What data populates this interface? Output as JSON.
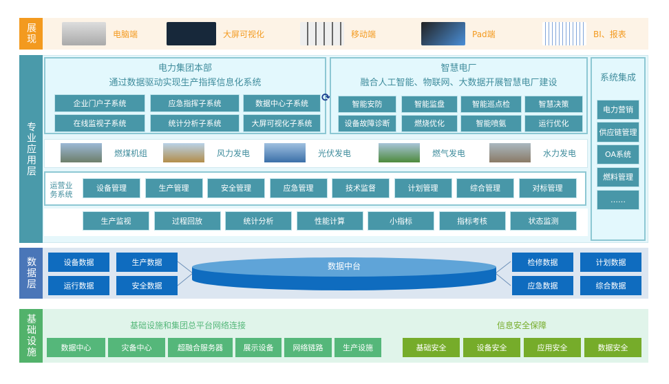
{
  "layers": {
    "display": "展现",
    "app": "专业应用层",
    "data": "数据层",
    "infra": "基础设施"
  },
  "display_items": [
    {
      "label": "电脑端",
      "icon": "desktop-computer-icon"
    },
    {
      "label": "大屏可视化",
      "icon": "big-screen-dashboard-icon"
    },
    {
      "label": "移动端",
      "icon": "mobile-phones-icon"
    },
    {
      "label": "Pad端",
      "icon": "tablet-icon"
    },
    {
      "label": "BI、报表",
      "icon": "bi-report-icon"
    }
  ],
  "group_hq": {
    "title": "电力集团本部",
    "subtitle": "通过数据驱动实现生产指挥信息化系统",
    "systems": [
      "企业门户子系统",
      "应急指挥子系统",
      "数据中心子系统",
      "在线监视子系统",
      "统计分析子系统",
      "大屏可视化子系统"
    ]
  },
  "smart_plant": {
    "title": "智慧电厂",
    "subtitle": "融合人工智能、物联网、大数据开展智慧电厂建设",
    "items": [
      "智能安防",
      "智能监盘",
      "智能巡点检",
      "智慧决策",
      "设备故障诊断",
      "燃烧优化",
      "智能喷氨",
      "运行优化"
    ]
  },
  "integration": {
    "title": "系统集成",
    "items": [
      "电力营销",
      "供应链管理",
      "OA系统",
      "燃料管理",
      "……"
    ]
  },
  "plants": [
    "燃煤机组",
    "风力发电",
    "光伏发电",
    "燃气发电",
    "水力发电"
  ],
  "operations": {
    "label": "运营业务系统",
    "items": [
      "设备管理",
      "生产管理",
      "安全管理",
      "应急管理",
      "技术监督",
      "计划管理",
      "综合管理",
      "对标管理"
    ]
  },
  "analytics": [
    "生产监视",
    "过程回放",
    "统计分析",
    "性能计算",
    "小指标",
    "指标考核",
    "状态监测"
  ],
  "data_layer": {
    "center": "数据中台",
    "left": [
      "设备数据",
      "生产数据",
      "运行数据",
      "安全数据"
    ],
    "right": [
      "检修数据",
      "计划数据",
      "应急数据",
      "综合数据"
    ]
  },
  "infra": {
    "network_title": "基础设施和集团总平台网络连接",
    "network": [
      "数据中心",
      "灾备中心",
      "超融合服务器",
      "展示设备",
      "网络链路",
      "生产设施"
    ],
    "security_title": "信息安全保障",
    "security": [
      "基础安全",
      "设备安全",
      "应用安全",
      "数据安全"
    ]
  },
  "colors": {
    "display": "#f39a1f",
    "app": "#4a9aaa",
    "data": "#4a76b8",
    "infra": "#52b26b",
    "teal_btn": "#4897a8",
    "blue_btn": "#0f6cbf"
  }
}
